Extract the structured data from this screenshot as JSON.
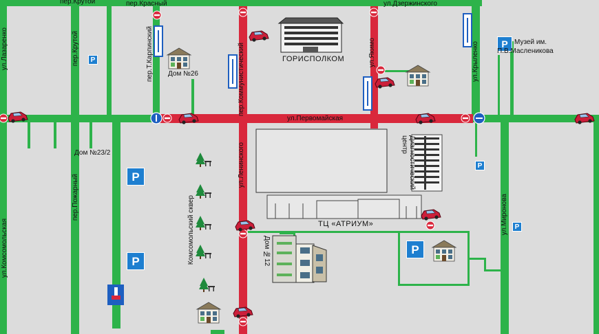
{
  "streets": {
    "krutoy_top": "пер.Крутой",
    "krasny": "пер.Красный",
    "dzerzhinskogo": "ул.Дзержинского",
    "lazarenko": "ул.Лазаренко",
    "krutoy": "пер.Крутой",
    "karpinsky": "пер.Т.Карпинский",
    "kommunisticheskiy": "пер.Коммунистический",
    "yakimo": "ул.Якимо",
    "krylenko": "ул.Крыленко",
    "pervomayskaya": "ул.Первомайская",
    "pozharny": "пер.Пожарный",
    "komsomolskaya": "ул.Комсомольская",
    "lenina": "ул.Ленинского",
    "mironova": "ул.Миронова"
  },
  "places": {
    "gorispolkom": "ГОРИСПОЛКОМ",
    "museum_line1": "Музей им.",
    "museum_line2": "П.В.Масленикова",
    "house26": "Дом №26",
    "house23_2": "Дом №23/2",
    "house12": "Дом №12",
    "diagnostic": "Диагностический центр",
    "atrium": "ТЦ «АТРИУМ»",
    "square": "Комсомольский сквер"
  },
  "signs": {
    "parking": "P"
  },
  "colors": {
    "background": "#dcdcdc",
    "green_street": "#2db34a",
    "red_street": "#d9283c",
    "parking_blue": "#1e7fd0"
  },
  "icons": [
    "parking-sign-icon",
    "car-icon",
    "house-icon",
    "tree-icon",
    "no-entry-sign-icon",
    "one-way-sign-icon",
    "roundabout-sign-icon",
    "dead-end-sign-icon"
  ]
}
